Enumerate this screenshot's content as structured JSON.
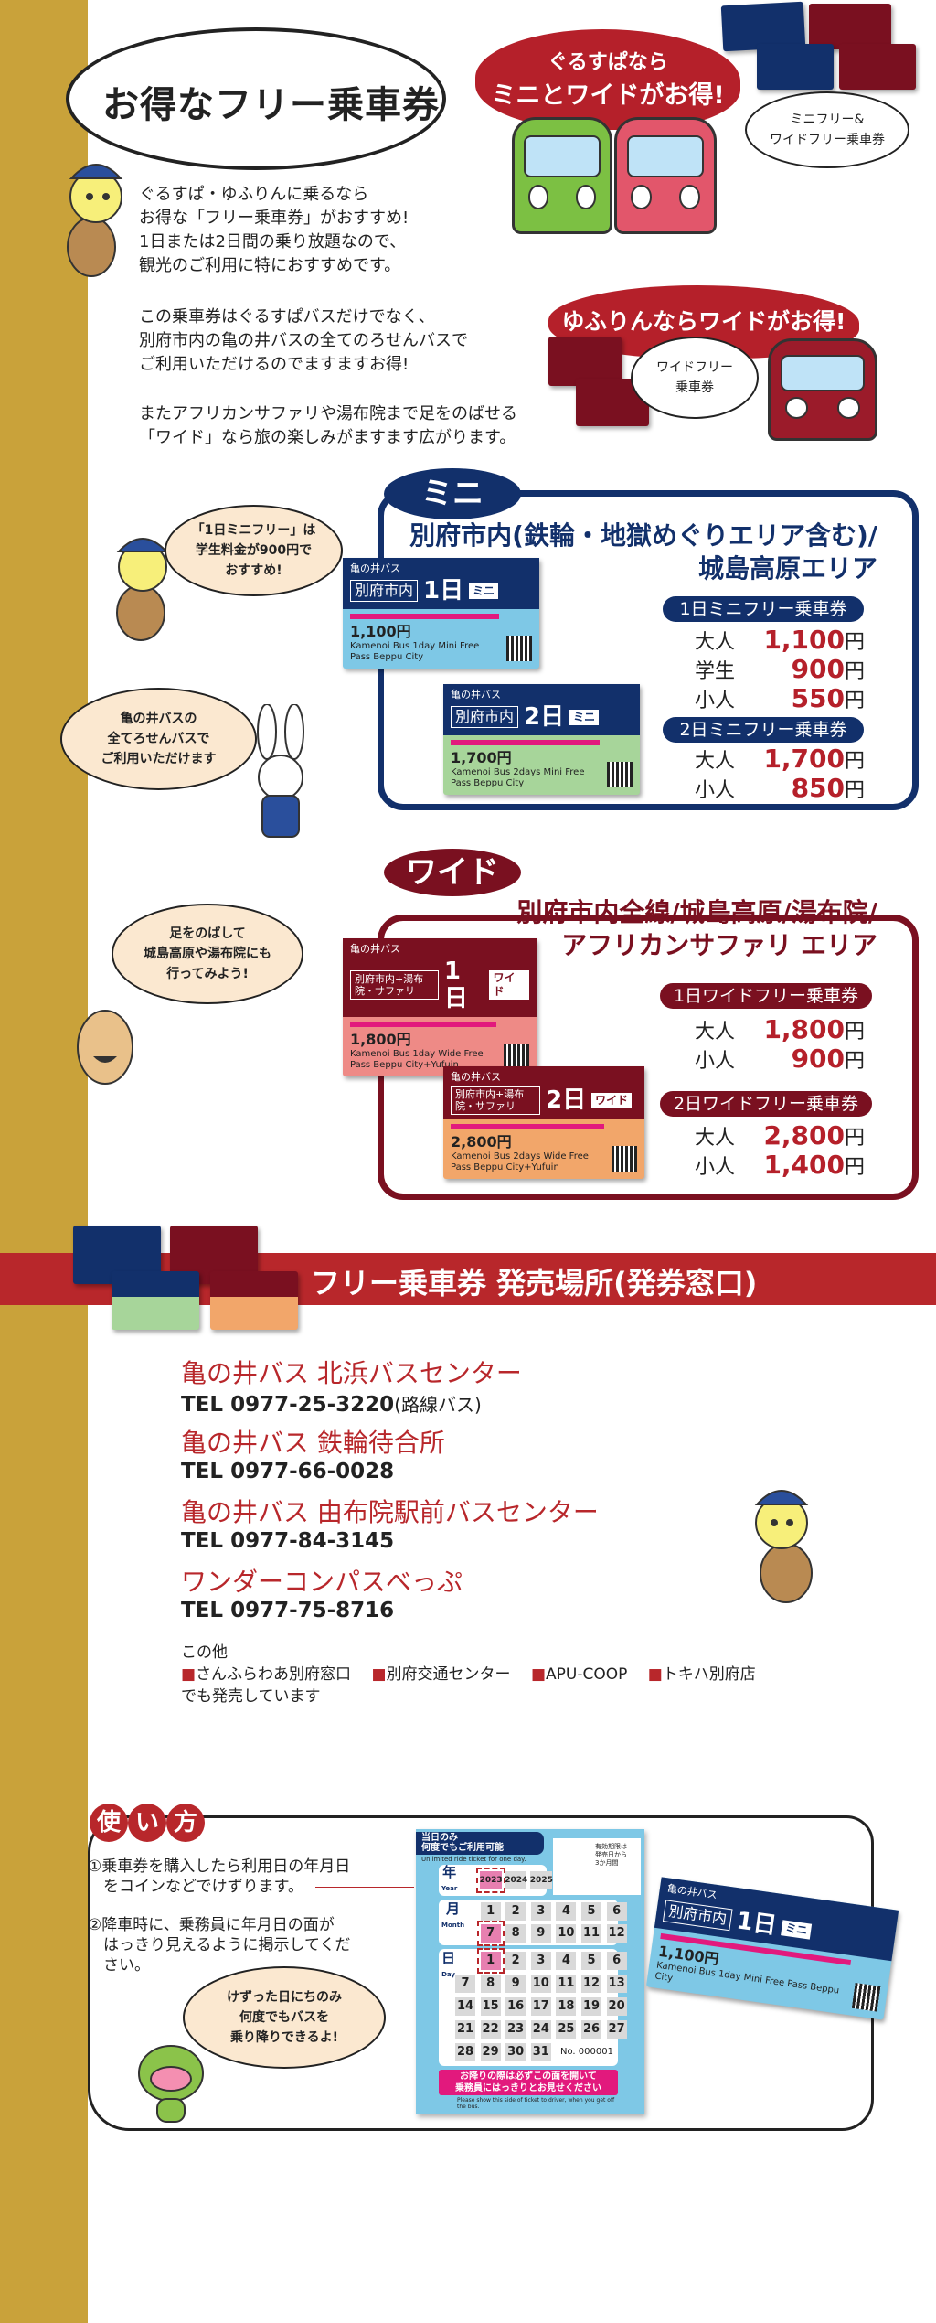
{
  "intro": {
    "title": "お得なフリー乗車券",
    "para1": "ぐるすぱ・ゆふりんに乗るなら\nお得な「フリー乗車券」がおすすめ!\n1日または2日間の乗り放題なので、\n観光のご利用に特におすすめです。",
    "para2": "この乗車券はぐるすぱバスだけでなく、\n別府市内の亀の井バスの全てのろせんバスで\nご利用いただけるのでますますお得!",
    "para3": "またアフリカンサファリや湯布院まで足をのばせる\n「ワイド」なら旅の楽しみがますます広がります。",
    "cloud1_line1": "ぐるすぱなら",
    "cloud1_line2": "ミニとワイドがお得!",
    "bubble1": "ミニフリー&\nワイドフリー乗車券",
    "cloud2": "ゆふりんならワイドがお得!",
    "bubble2": "ワイドフリー\n乗車券"
  },
  "mini": {
    "tab": "ミニ",
    "area": "別府市内(鉄輪・地獄めぐりエリア含む)/\n城島高原エリア",
    "bubble_student": "「1日ミニフリー」は\n学生料金が900円で\nおすすめ!",
    "bubble_rabbit": "亀の井バスの\n全てろせんバスで\nご利用いただけます",
    "pass1": {
      "label": "1日ミニフリー乗車券",
      "rows": [
        {
          "who": "大人",
          "amt": "1,100",
          "unit": "円"
        },
        {
          "who": "学生",
          "amt": "900",
          "unit": "円"
        },
        {
          "who": "小人",
          "amt": "550",
          "unit": "円"
        }
      ]
    },
    "pass2": {
      "label": "2日ミニフリー乗車券",
      "rows": [
        {
          "who": "大人",
          "amt": "1,700",
          "unit": "円"
        },
        {
          "who": "小人",
          "amt": "850",
          "unit": "円"
        }
      ]
    },
    "ticket1": {
      "brand": "亀の井バス",
      "area": "別府市内",
      "days": "1日",
      "kind": "ミニ",
      "price": "1,100円",
      "sub": "Kamenoi Bus 1day Mini Free Pass Beppu City"
    },
    "ticket2": {
      "brand": "亀の井バス",
      "area": "別府市内",
      "days": "2日",
      "kind": "ミニ",
      "price": "1,700円",
      "sub": "Kamenoi Bus 2days Mini Free Pass Beppu City"
    },
    "color": "#12306b"
  },
  "wide": {
    "tab": "ワイド",
    "area": "別府市内全線/城島高原/湯布院/\nアフリカンサファリ エリア",
    "bubble_egg": "足をのばして\n城島高原や湯布院にも\n行ってみよう!",
    "pass1": {
      "label": "1日ワイドフリー乗車券",
      "rows": [
        {
          "who": "大人",
          "amt": "1,800",
          "unit": "円"
        },
        {
          "who": "小人",
          "amt": "900",
          "unit": "円"
        }
      ]
    },
    "pass2": {
      "label": "2日ワイドフリー乗車券",
      "rows": [
        {
          "who": "大人",
          "amt": "2,800",
          "unit": "円"
        },
        {
          "who": "小人",
          "amt": "1,400",
          "unit": "円"
        }
      ]
    },
    "ticket1": {
      "brand": "亀の井バス",
      "area": "別府市内+湯布院・サファリ",
      "days": "1日",
      "kind": "ワイド",
      "price": "1,800円",
      "sub": "Kamenoi Bus 1day Wide Free Pass Beppu City+Yufuin"
    },
    "ticket2": {
      "brand": "亀の井バス",
      "area": "別府市内+湯布院・サファリ",
      "days": "2日",
      "kind": "ワイド",
      "price": "2,800円",
      "sub": "Kamenoi Bus 2days Wide Free Pass Beppu City+Yufuin"
    },
    "color": "#7a1020"
  },
  "sales": {
    "title": "フリー乗車券 発売場所(発券窓口)",
    "stores": [
      {
        "name": "亀の井バス 北浜バスセンター",
        "tel": "TEL 0977-25-3220",
        "note": "(路線バス)"
      },
      {
        "name": "亀の井バス 鉄輪待合所",
        "tel": "TEL 0977-66-0028",
        "note": ""
      },
      {
        "name": "亀の井バス 由布院駅前バスセンター",
        "tel": "TEL 0977-84-3145",
        "note": ""
      },
      {
        "name": "ワンダーコンパスべっぷ",
        "tel": "TEL 0977-75-8716",
        "note": ""
      }
    ],
    "others_label": "この他",
    "others": [
      "さんふらわあ別府窓口",
      "別府交通センター",
      "APU-COOP",
      "トキハ別府店"
    ],
    "others_tail": "でも発売しています"
  },
  "usage": {
    "title_chars": [
      "使",
      "い",
      "方"
    ],
    "step1": "①乗車券を購入したら利用日の年月日\n　をコインなどでけずります。",
    "step2": "②降車時に、乗務員に年月日の面が\n　はっきり見えるように掲示してくだ\n　さい。",
    "frog_bubble": "けずった日にちのみ\n何度でもバスを\n乗り降りできるよ!",
    "calendar": {
      "header": "当日のみ\n何度でもご利用可能",
      "header_en": "Unlimited ride ticket for one day.",
      "validity": "有効期限は\n発売日から\n3か月間",
      "year_label": "年",
      "year_en": "Year",
      "month_label": "月",
      "month_en": "Month",
      "day_label": "日",
      "day_en": "Day",
      "years": [
        "2023",
        "2024",
        "2025"
      ],
      "selected": {
        "year": "2023",
        "month": 7,
        "day": 1
      },
      "serial": "No. 000001",
      "notice": "お降りの際は必ずこの面を開いて\n乗務員にはっきりとお見せください",
      "notice_en": "Please show this side of ticket to driver, when you get off the bus."
    },
    "ticket": {
      "brand": "亀の井バス",
      "area": "別府市内",
      "days": "1日",
      "kind": "ミニ",
      "price": "1,100円",
      "sub": "Kamenoi Bus 1day Mini Free Pass Beppu City"
    }
  },
  "colors": {
    "gold": "#c9a23a",
    "red": "#b8272b",
    "navy": "#12306b",
    "maroon": "#7a1020",
    "light_blue": "#7ec8e6"
  }
}
